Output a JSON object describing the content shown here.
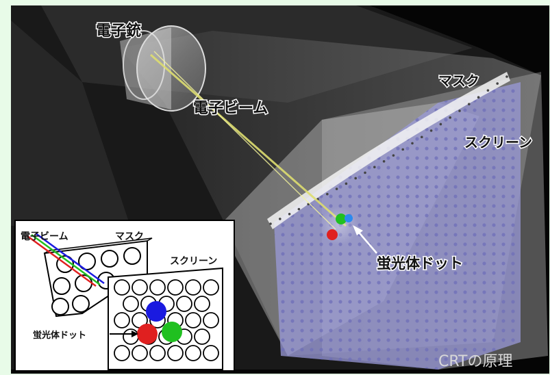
{
  "labels": {
    "electron_gun": "電子銃",
    "electron_beam": "電子ビーム",
    "mask": "マスク",
    "screen": "スクリーン",
    "phosphor_dot": "蛍光体ドット",
    "caption": "CRTの原理"
  },
  "inset": {
    "electron_beam": "電子ビーム",
    "mask": "マスク",
    "screen": "スクリーン",
    "phosphor_dot": "蛍光体ドット"
  },
  "colors": {
    "background": "#e8fbe8",
    "scene": "#050505",
    "screen_panel": "#9a9ad8",
    "beam": "#dede70",
    "phosphor_red": "#e02020",
    "phosphor_green": "#20c020",
    "phosphor_blue": "#1a1ae0"
  }
}
